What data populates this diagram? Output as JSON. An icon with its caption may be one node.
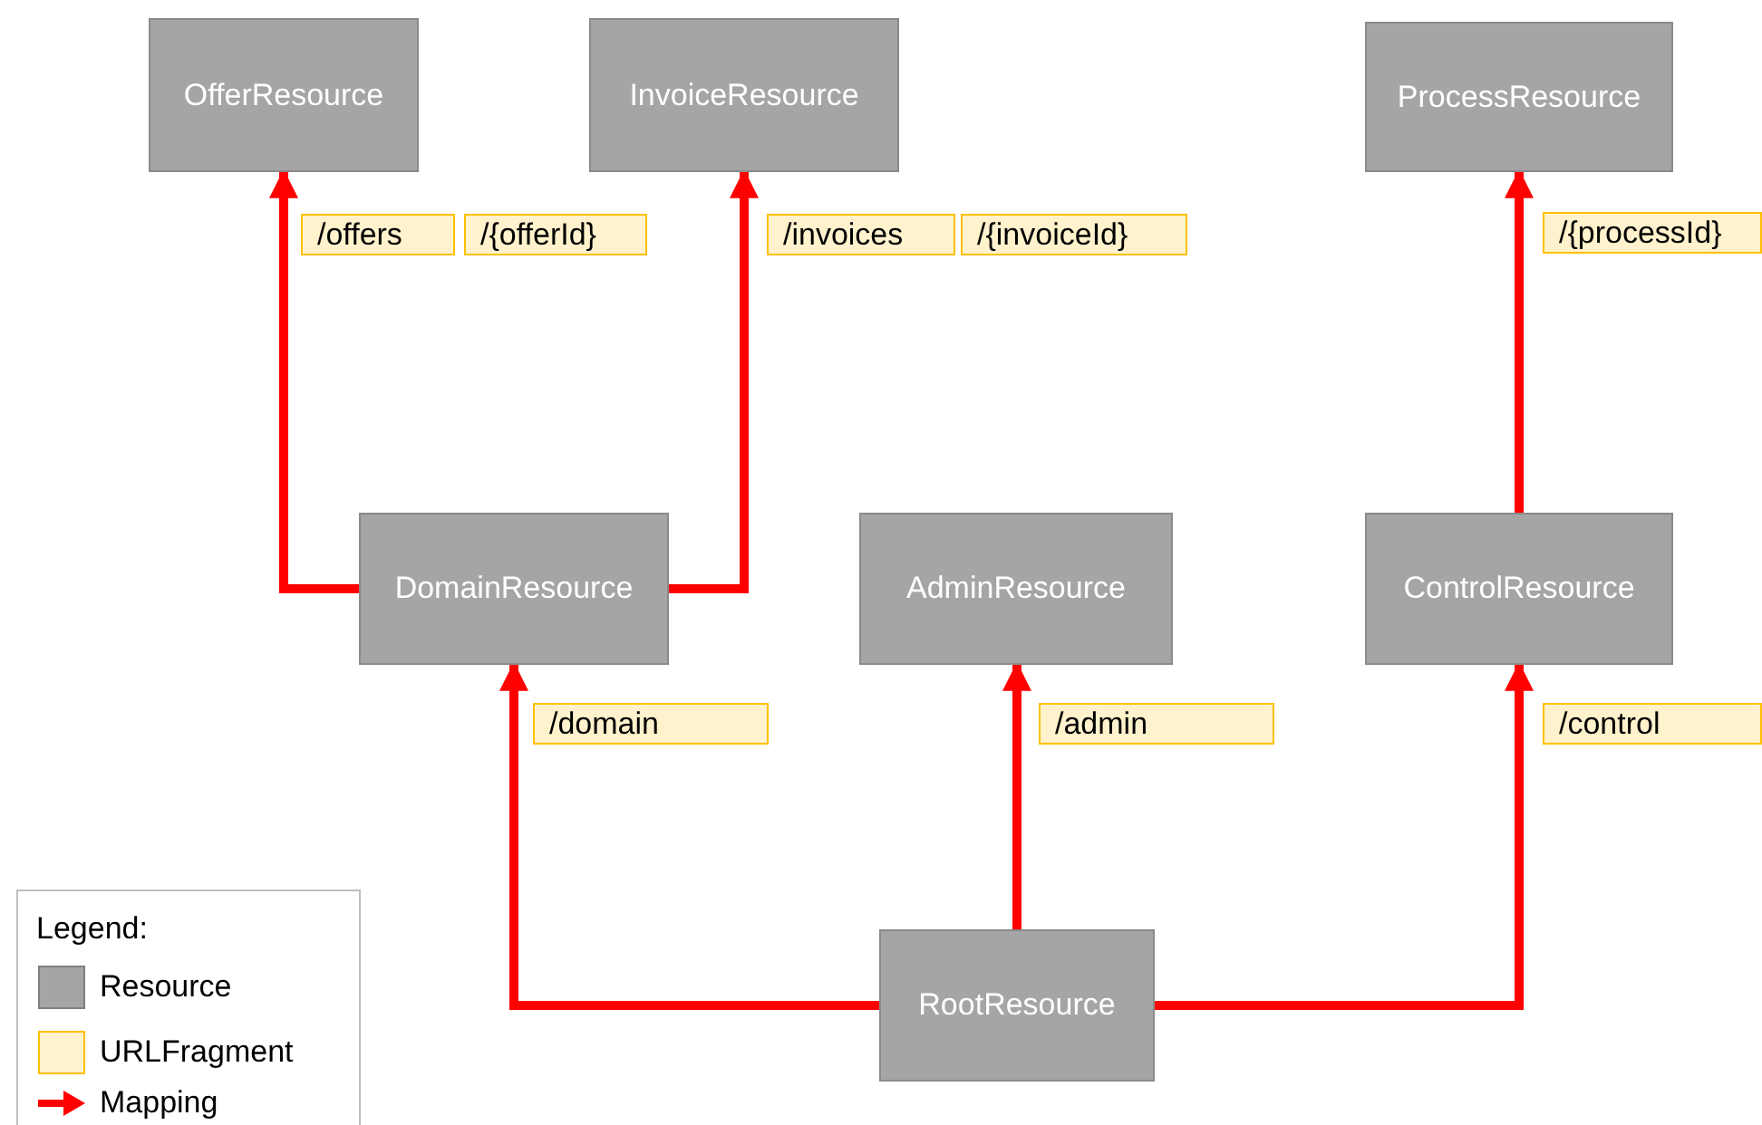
{
  "diagram": {
    "nodes": [
      {
        "text": [
          "OfferResource"
        ]
      },
      {
        "text": [
          "InvoiceResource"
        ]
      },
      {
        "text": [
          "ProcessResource"
        ]
      },
      {
        "text": [
          "DomainResource"
        ]
      },
      {
        "text": [
          "AdminResource"
        ]
      },
      {
        "text": [
          "ControlResource"
        ]
      },
      {
        "text": [
          "RootResource"
        ]
      },
      {
        "text": [
          "/offers"
        ]
      },
      {
        "text": [
          "/{offerId}"
        ]
      },
      {
        "text": [
          "/invoices"
        ]
      },
      {
        "text": [
          "/{invoiceId}"
        ]
      },
      {
        "text": [
          "/{processId}"
        ]
      },
      {
        "text": [
          "/domain"
        ]
      },
      {
        "text": [
          "/admin"
        ]
      },
      {
        "text": [
          "/control"
        ]
      }
    ],
    "edges": [
      {
        "from": 3,
        "to": 0,
        "arrow": "to"
      },
      {
        "from": 3,
        "to": 1,
        "arrow": "to"
      },
      {
        "from": 5,
        "to": 2,
        "arrow": "to"
      },
      {
        "from": 6,
        "to": 3,
        "arrow": "to"
      },
      {
        "from": 6,
        "to": 4,
        "arrow": "to"
      },
      {
        "from": 6,
        "to": 5,
        "arrow": "to"
      }
    ],
    "labels": [
      "Legend:"
    ],
    "legend": [
      {
        "text": "Resource",
        "color": "#a5a5a5"
      },
      {
        "text": "URLFragment",
        "color": "#fff2cc"
      },
      {
        "text": "Mapping"
      }
    ]
  }
}
